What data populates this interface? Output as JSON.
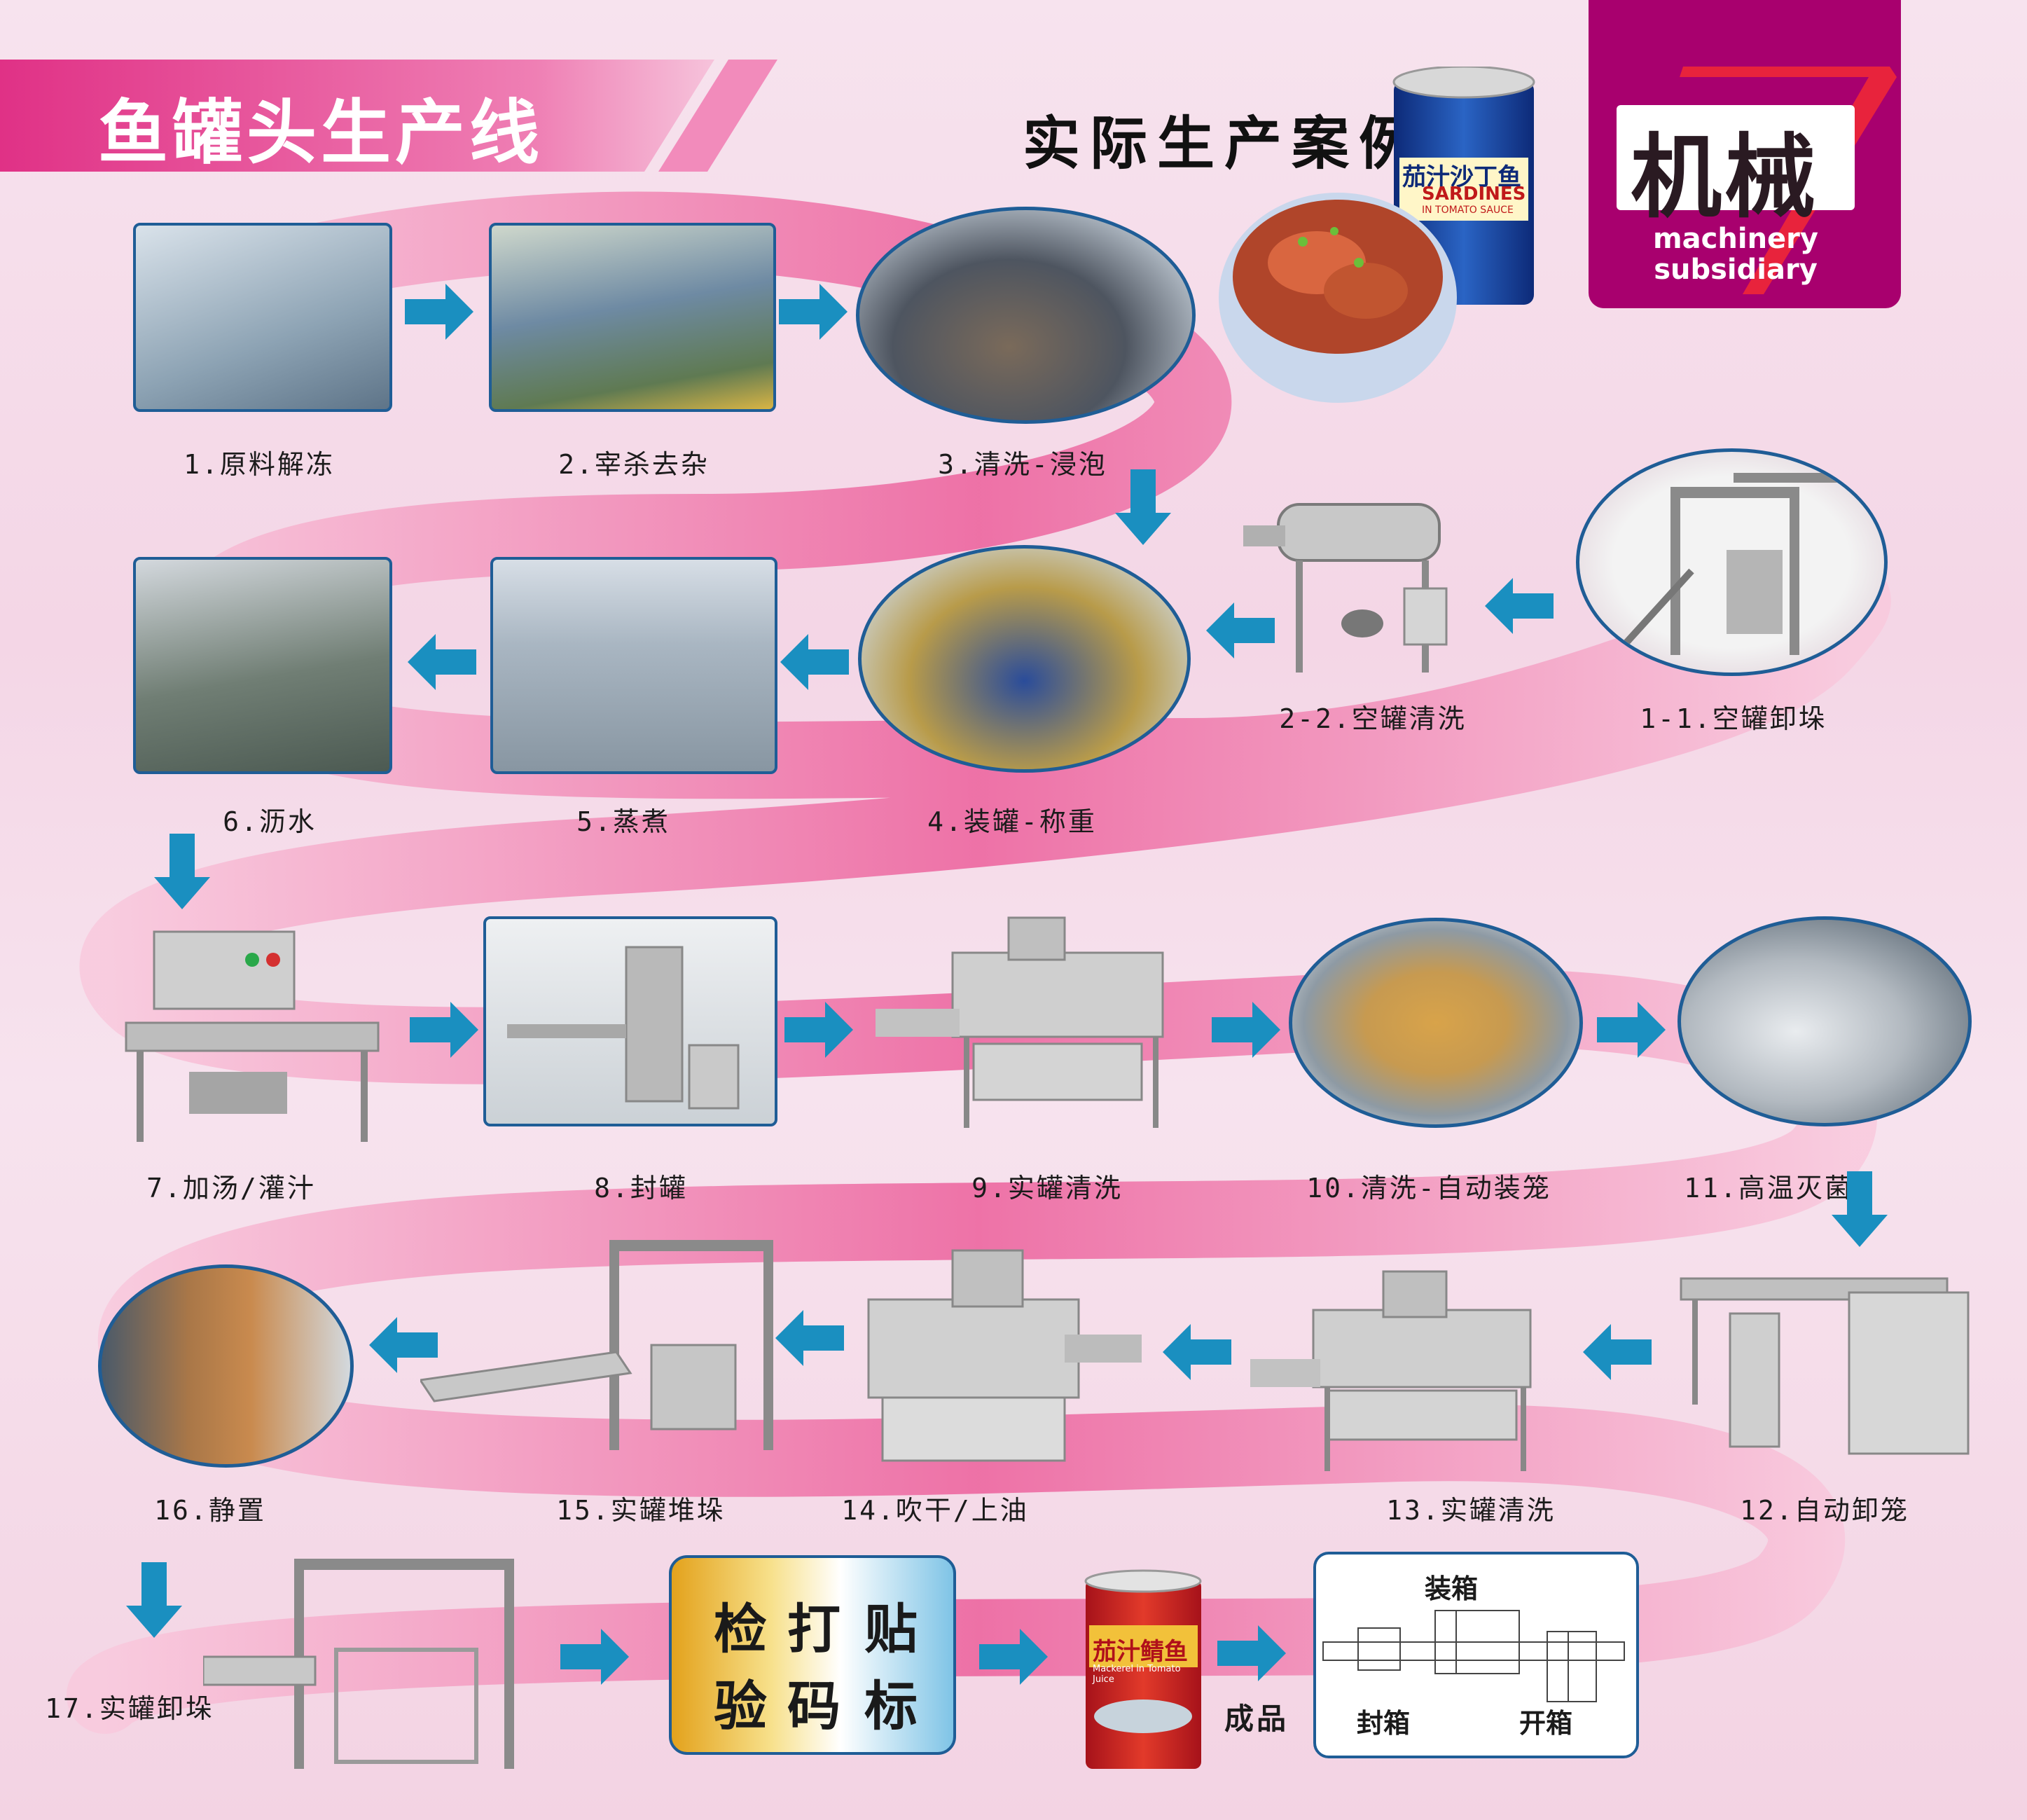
{
  "header": {
    "title": "鱼罐头生产线",
    "subtitle": "实际生产案例"
  },
  "logo": {
    "chinese": "机械",
    "english_line1": "machinery",
    "english_line2": "subsidiary",
    "color": "#a8006e"
  },
  "product_can": {
    "label_cn": "茄汁沙丁鱼",
    "label_en": "SARDINES",
    "label_en_sub": "IN TOMATO SAUCE"
  },
  "steps": [
    {
      "id": "s1",
      "label": "1.原料解冻"
    },
    {
      "id": "s2",
      "label": "2.宰杀去杂"
    },
    {
      "id": "s3",
      "label": "3.清洗-浸泡"
    },
    {
      "id": "s11",
      "label": "1-1.空罐卸垛"
    },
    {
      "id": "s22",
      "label": "2-2.空罐清洗"
    },
    {
      "id": "s4",
      "label": "4.装罐-称重"
    },
    {
      "id": "s5",
      "label": "5.蒸煮"
    },
    {
      "id": "s6",
      "label": "6.沥水"
    },
    {
      "id": "s7",
      "label": "7.加汤/灌汁"
    },
    {
      "id": "s8",
      "label": "8.封罐"
    },
    {
      "id": "s9",
      "label": "9.实罐清洗"
    },
    {
      "id": "s10",
      "label": "10.清洗-自动装笼"
    },
    {
      "id": "s11b",
      "label": "11.高温灭菌"
    },
    {
      "id": "s12",
      "label": "12.自动卸笼"
    },
    {
      "id": "s13",
      "label": "13.实罐清洗"
    },
    {
      "id": "s14",
      "label": "14.吹干/上油"
    },
    {
      "id": "s15",
      "label": "15.实罐堆垛"
    },
    {
      "id": "s16",
      "label": "16.静置"
    },
    {
      "id": "s17",
      "label": "17.实罐卸垛"
    }
  ],
  "inspection_box": {
    "col1_top": "检",
    "col1_bottom": "验",
    "col2_top": "打",
    "col2_bottom": "码",
    "col3_top": "贴",
    "col3_bottom": "标"
  },
  "final_can": {
    "label_cn": "茄汁鲭鱼",
    "label_en": "Mackerel in Tomato Juice"
  },
  "finished_label": "成品",
  "packing": {
    "boxing": "装箱",
    "sealing": "封箱",
    "opening": "开箱"
  },
  "colors": {
    "ribbon": "#ee6fa6",
    "arrow": "#1a8fc0",
    "frame": "#1f5d96",
    "title_bar": "#e0368a"
  }
}
